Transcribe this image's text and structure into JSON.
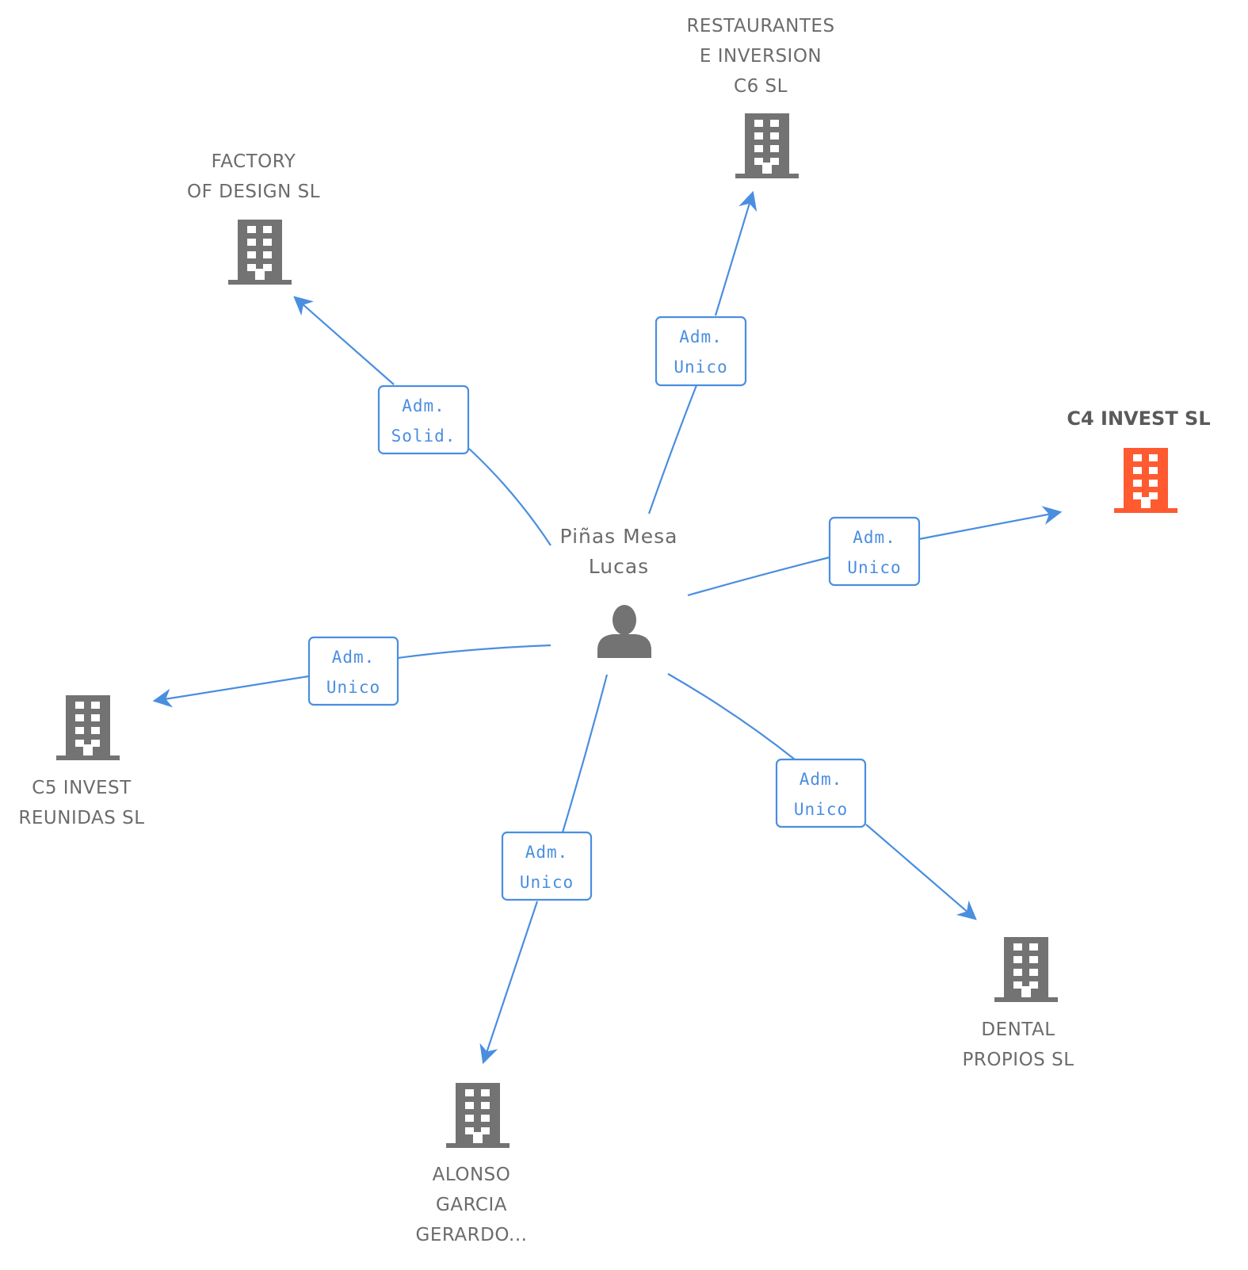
{
  "colors": {
    "edge": "#4a8ee0",
    "node": "#737373",
    "highlight": "#ff5a30",
    "text": "#6b6b6b"
  },
  "center": {
    "lines": [
      "Piñas Mesa",
      "Lucas"
    ],
    "icon": "person-icon"
  },
  "nodes": [
    {
      "id": "restaurantes",
      "lines": [
        "RESTAURANTES",
        "E INVERSION",
        "C6 SL"
      ],
      "icon": "building-icon",
      "highlight": false,
      "edge_label": [
        "Adm.",
        "Unico"
      ]
    },
    {
      "id": "factory",
      "lines": [
        "FACTORY",
        "OF DESIGN SL"
      ],
      "icon": "building-icon",
      "highlight": false,
      "edge_label": [
        "Adm.",
        "Solid."
      ]
    },
    {
      "id": "c4invest",
      "lines": [
        "C4 INVEST SL"
      ],
      "icon": "building-icon",
      "highlight": true,
      "edge_label": [
        "Adm.",
        "Unico"
      ]
    },
    {
      "id": "c5invest",
      "lines": [
        "C5 INVEST",
        "REUNIDAS SL"
      ],
      "icon": "building-icon",
      "highlight": false,
      "edge_label": [
        "Adm.",
        "Unico"
      ]
    },
    {
      "id": "dental",
      "lines": [
        "DENTAL",
        "PROPIOS SL"
      ],
      "icon": "building-icon",
      "highlight": false,
      "edge_label": [
        "Adm.",
        "Unico"
      ]
    },
    {
      "id": "alonso",
      "lines": [
        "ALONSO",
        "GARCIA",
        "GERARDO..."
      ],
      "icon": "building-icon",
      "highlight": false,
      "edge_label": [
        "Adm.",
        "Unico"
      ]
    }
  ]
}
